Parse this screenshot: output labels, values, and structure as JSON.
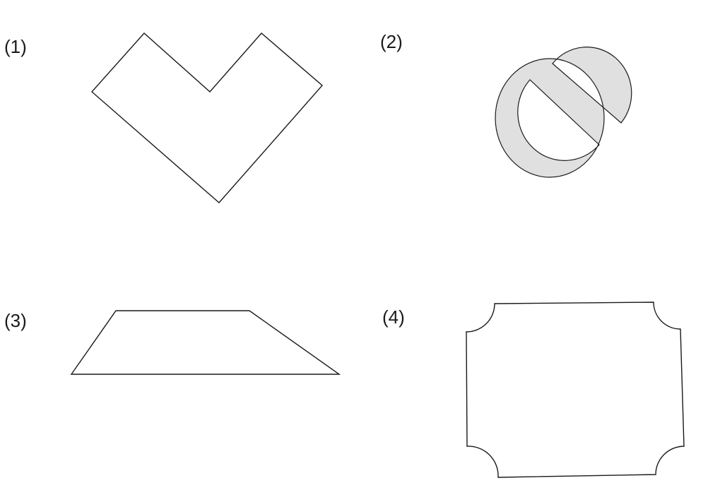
{
  "figures": [
    {
      "label": "(1)",
      "shape": "v-shaped-polygon"
    },
    {
      "label": "(2)",
      "shape": "prohibition-sign"
    },
    {
      "label": "(3)",
      "shape": "trapezoid"
    },
    {
      "label": "(4)",
      "shape": "rectangle-with-concave-corners"
    }
  ],
  "colors": {
    "stroke": "#1a1a1a",
    "sign_fill": "#e0e0e0",
    "background": "#ffffff"
  }
}
